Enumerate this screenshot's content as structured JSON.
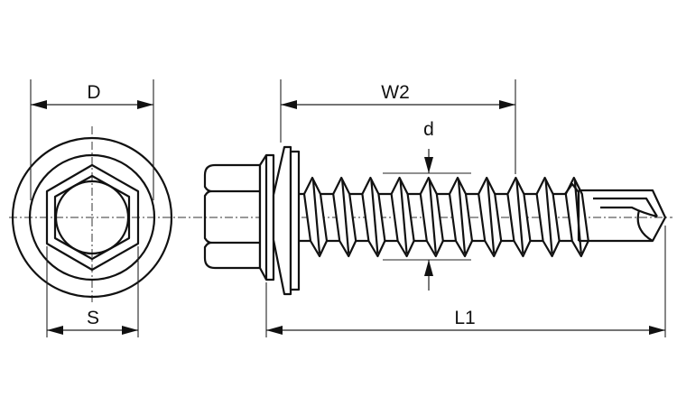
{
  "figure": {
    "subject": "Hex washer head self-drilling screw with bonded sealing washer",
    "views": [
      "end-view",
      "side-view"
    ]
  },
  "dimensions": {
    "D": {
      "label": "D",
      "meaning": "washer diameter"
    },
    "S": {
      "label": "S",
      "meaning": "hex across flats"
    },
    "W2": {
      "label": "W2",
      "meaning": "threaded length under washer"
    },
    "d": {
      "label": "d",
      "meaning": "thread diameter"
    },
    "L1": {
      "label": "L1",
      "meaning": "overall length"
    }
  },
  "colors": {
    "line": "#111111",
    "background": "#ffffff"
  }
}
